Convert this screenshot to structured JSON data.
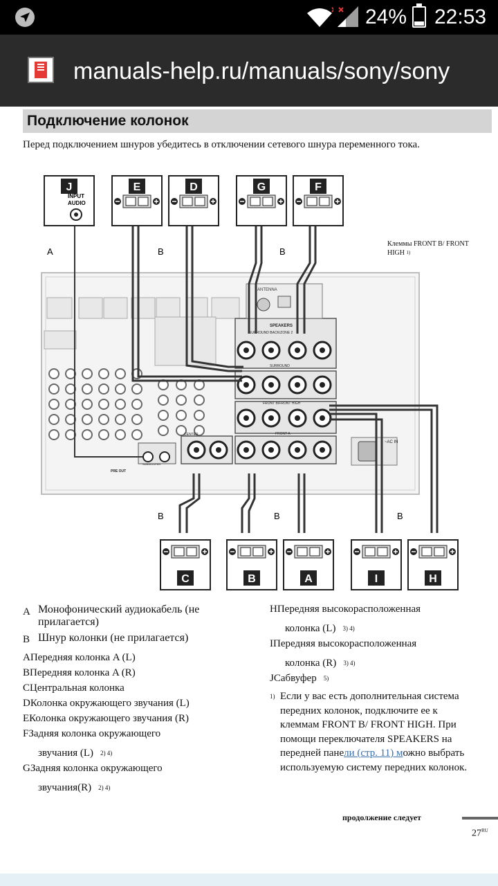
{
  "status_bar": {
    "battery_percent": "24%",
    "time": "22:53",
    "battery_level": 0.24
  },
  "browser": {
    "url": "manuals-help.ru/manuals/sony/sony"
  },
  "page": {
    "title": "Подключение колонок",
    "intro": "Перед подключением шнуров убедитесь в отключении сетевого шнура переменного тока.",
    "diagram": {
      "top_boxes": [
        "J",
        "E",
        "D",
        "G",
        "F"
      ],
      "bottom_boxes": [
        "C",
        "B",
        "A",
        "I",
        "H"
      ],
      "input_label": "INPUT",
      "audio_label": "AUDIO",
      "cable_labels": [
        "A",
        "B",
        "B",
        "B",
        "B",
        "B"
      ],
      "front_b_note": "Клеммы FRONT B/ FRONT HIGH",
      "front_b_note_ref": "1)",
      "panel_labels": {
        "antenna": "ANTENNA",
        "speakers": "SPEAKERS",
        "surround_back": "SURROUND BACK/ZONE 2",
        "surround": "SURROUND",
        "front_high": "FRONT B/FRONT HIGH",
        "front_a": "FRONT A",
        "center": "CENTER",
        "pre_out": "PRE OUT",
        "subwoofer": "SUBWOOFER",
        "ac_in": "~AC IN"
      }
    },
    "cable_legend": [
      {
        "key": "A",
        "text": "Монофонический аудиокабель (не прилагается)"
      },
      {
        "key": "B",
        "text": "Шнур колонки (не прилагается)"
      }
    ],
    "speaker_legend_left": [
      {
        "text": "AПередняя колонка A (L)",
        "note": ""
      },
      {
        "text": "BПередняя колонка A (R)",
        "note": ""
      },
      {
        "text": "CЦентральная колонка",
        "note": ""
      },
      {
        "text": "DКолонка окружающего звучания (L)",
        "note": ""
      },
      {
        "text": "EКолонка окружающего звучания (R)",
        "note": ""
      },
      {
        "text": "FЗадняя колонка окружающего",
        "cont": "звучания (L)",
        "note": "2) 4)"
      },
      {
        "text": "GЗадняя колонка окружающего",
        "cont": "звучания(R)",
        "note": "2) 4)"
      }
    ],
    "speaker_legend_right": [
      {
        "text": "HПередняя высокорасположенная",
        "cont": "колонка (L)",
        "note": "3) 4)"
      },
      {
        "text": "IПередняя высокорасположенная",
        "cont": "колонка (R)",
        "note": "3) 4)"
      },
      {
        "text": "JСабвуфер",
        "note": "5)"
      }
    ],
    "footnote": {
      "marker": "1)",
      "text_before": "Если у вас есть дополнительная система передних колонок, подключите ее к клеммам FRONT B/ FRONT HIGH. При помощи переключателя SPEAKERS на передней пане",
      "link": "ли (стр. 11) м",
      "text_after": "ожно выбрать используемую систему передних колонок."
    },
    "continuation": "продолжение следует",
    "page_number": "27",
    "page_number_suffix": "RU"
  }
}
